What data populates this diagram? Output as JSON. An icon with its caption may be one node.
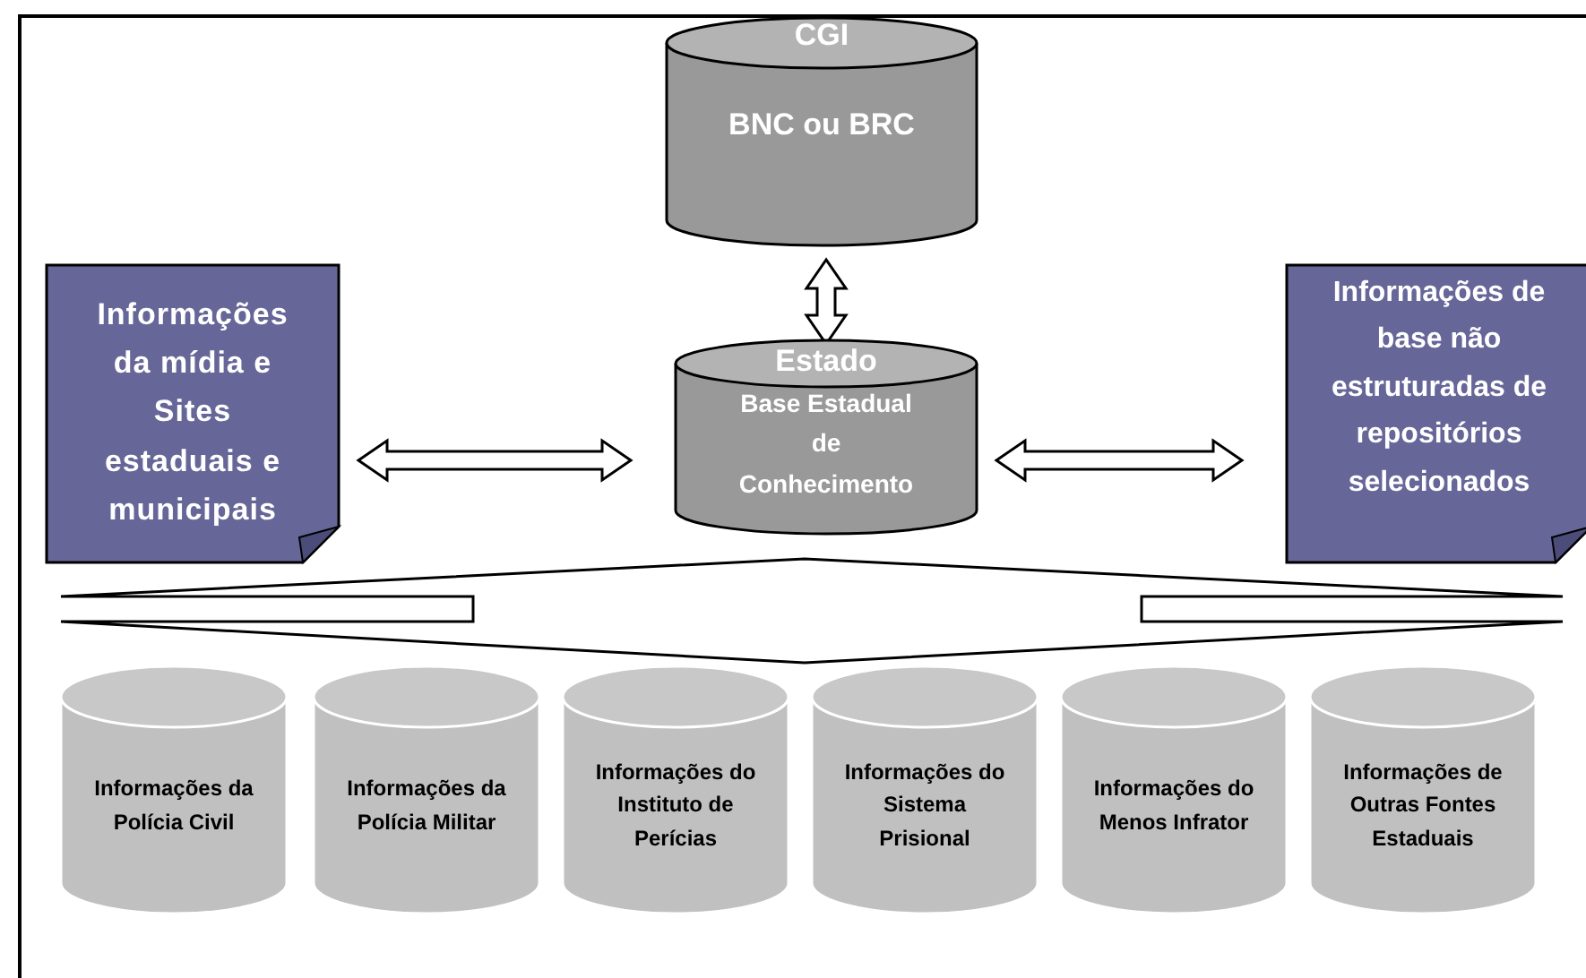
{
  "diagram": {
    "nodes": [
      {
        "text": [
          "CGI",
          "BNC ou BRC"
        ]
      },
      {
        "text": [
          "Informações da mídia e Sites estaduais e municipais"
        ]
      },
      {
        "text": [
          "Estado",
          "Base Estadual de Conhecimento"
        ]
      },
      {
        "text": [
          "Informações de base não estruturadas de repositórios selecionados"
        ]
      },
      {
        "text": [
          "Informações da Polícia Civil"
        ]
      },
      {
        "text": [
          "Informações da Polícia Militar"
        ]
      },
      {
        "text": [
          "Informações do Instituto de Perícias"
        ]
      },
      {
        "text": [
          "Informações do Sistema Prisional"
        ]
      },
      {
        "text": [
          "Informações do Menos Infrator"
        ]
      },
      {
        "text": [
          "Informações de Outras Fontes Estaduais"
        ]
      }
    ],
    "edges": [
      {
        "from": 0,
        "to": 2,
        "arrow": "both"
      },
      {
        "from": 1,
        "to": 2,
        "arrow": "both"
      },
      {
        "from": 2,
        "to": 3,
        "arrow": "both"
      },
      {
        "from": 4,
        "to": 2,
        "arrow": "to"
      },
      {
        "from": 5,
        "to": 2,
        "arrow": "to"
      },
      {
        "from": 6,
        "to": 2,
        "arrow": "both"
      },
      {
        "from": 7,
        "to": 2,
        "arrow": "both"
      },
      {
        "from": 8,
        "to": 2,
        "arrow": "to"
      },
      {
        "from": 9,
        "to": 2,
        "arrow": "to"
      }
    ]
  }
}
